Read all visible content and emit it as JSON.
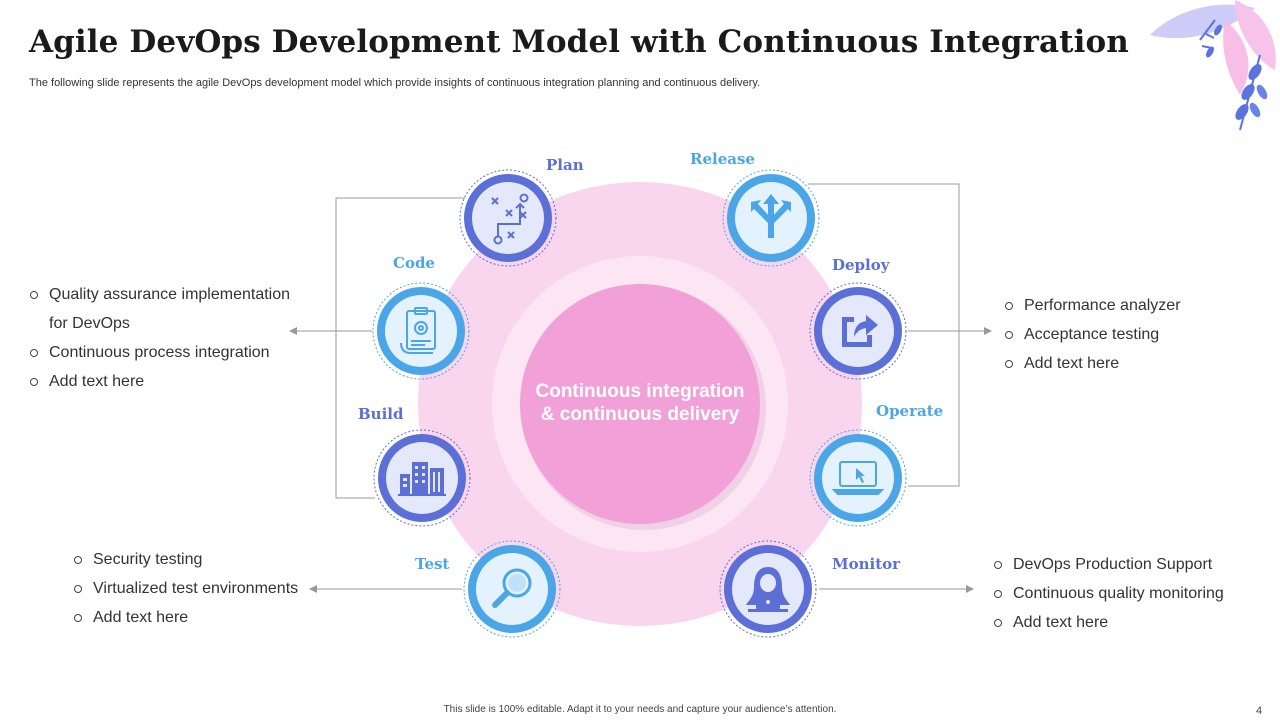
{
  "slide": {
    "title": "Agile DevOps Development Model with Continuous Integration",
    "subtitle": "The following slide represents the agile DevOps development model which provide insights of continuous integration planning and continuous delivery.",
    "center": {
      "line1": "Continuous integration",
      "line2": "& continuous delivery"
    },
    "stages": {
      "plan": "Plan",
      "release": "Release",
      "code": "Code",
      "deploy": "Deploy",
      "build": "Build",
      "operate": "Operate",
      "test": "Test",
      "monitor": "Monitor"
    },
    "left_bullets": [
      "Quality assurance implementation",
      "for DevOps",
      "Continuous process integration",
      "Add text here"
    ],
    "right_bullets": [
      "Performance analyzer",
      "Acceptance testing",
      "Add text here"
    ],
    "bottom_left_bullets": [
      "Security testing",
      "Virtualized test environments",
      "Add text here"
    ],
    "bottom_right_bullets": [
      "DevOps Production Support",
      "Continuous quality monitoring",
      "Add text here"
    ],
    "footer": "This slide is 100% editable.  Adapt it to your needs and capture your audience’s attention.",
    "page_number": "4"
  },
  "colors": {
    "purple_accent": "#5b6fd6",
    "blue_accent": "#4aa6e6",
    "ring_outer": "#f9d6ee",
    "ring_inner": "#f2a0d8"
  },
  "icons": [
    "strategy-plan-icon",
    "split-arrows-icon",
    "clipboard-gear-icon",
    "share-export-icon",
    "buildings-icon",
    "laptop-click-icon",
    "magnifier-icon",
    "hacker-laptop-icon"
  ]
}
